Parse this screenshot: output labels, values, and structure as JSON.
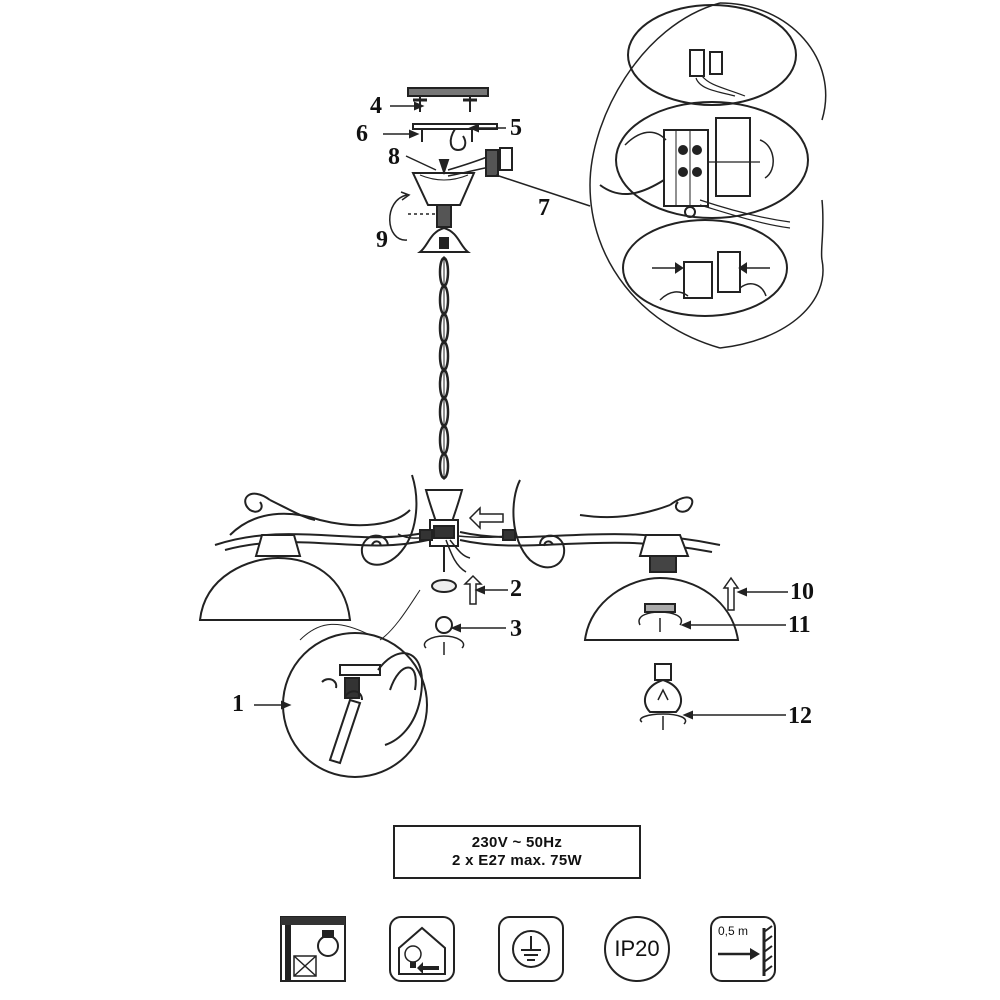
{
  "callouts": {
    "c1": "1",
    "c2": "2",
    "c3": "3",
    "c4": "4",
    "c5": "5",
    "c6": "6",
    "c7": "7",
    "c8": "8",
    "c9": "9",
    "c10": "10",
    "c11": "11",
    "c12": "12"
  },
  "specs": {
    "line1": "230V ~ 50Hz",
    "line2": "2 x E27  max. 75W"
  },
  "symbols": {
    "ip_rating": "IP20",
    "distance": "0,5 m",
    "icons": [
      "not-for-insulated-ceiling-icon",
      "energy-label-icon",
      "earth-ground-icon",
      "ip20-icon",
      "min-distance-icon"
    ]
  }
}
